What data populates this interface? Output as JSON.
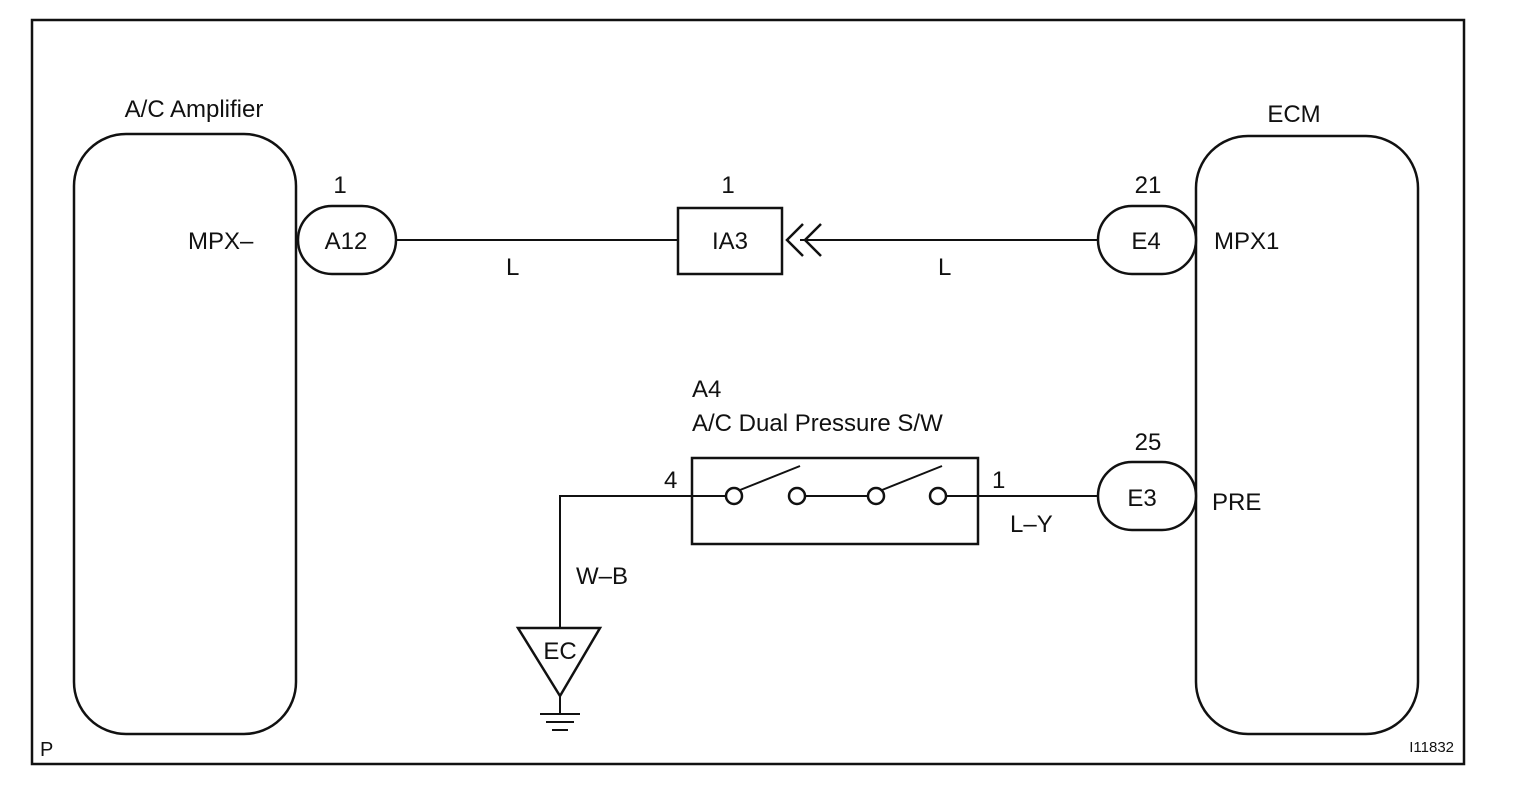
{
  "diagram": {
    "corner_left": "P",
    "corner_right": "I11832",
    "components": {
      "ac_amplifier": {
        "title": "A/C Amplifier",
        "terminal_label": "MPX–"
      },
      "ecm": {
        "title": "ECM",
        "terminal_mpx1": "MPX1",
        "terminal_pre": "PRE"
      },
      "pressure_switch": {
        "id": "A4",
        "title": "A/C Dual Pressure S/W",
        "pin_left": "4",
        "pin_right": "1"
      },
      "ground": {
        "label": "EC"
      }
    },
    "connectors": {
      "a12": {
        "label": "A12",
        "pin": "1"
      },
      "ia3": {
        "label": "IA3",
        "pin": "1"
      },
      "e4": {
        "label": "E4",
        "pin": "21"
      },
      "e3": {
        "label": "E3",
        "pin": "25"
      }
    },
    "wires": {
      "a12_to_ia3": "L",
      "ia3_to_e4": "L",
      "switch_to_e3": "L–Y",
      "switch_to_ground": "W–B"
    }
  }
}
